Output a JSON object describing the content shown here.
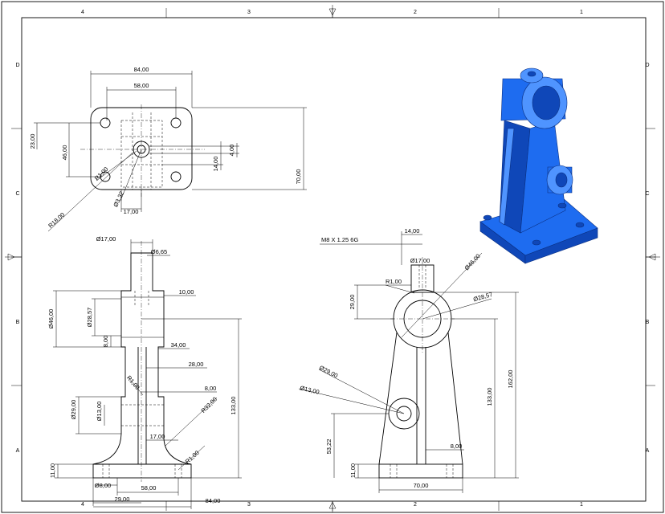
{
  "border": {
    "columns_top": [
      "4",
      "3",
      "2",
      "1"
    ],
    "columns_bottom": [
      "4",
      "3",
      "2",
      "1"
    ],
    "rows_left": [
      "D",
      "C",
      "B",
      "A"
    ],
    "rows_right": [
      "D",
      "C",
      "B",
      "A"
    ]
  },
  "top_view": {
    "dims": {
      "w84": "84,00",
      "w58": "58,00",
      "h23": "23,00",
      "h46": "46,00",
      "h70": "70,00",
      "d4": "4,00",
      "d14": "14,00",
      "r1": "R1,00",
      "phi332": "Ø3,32",
      "r18": "R18,00",
      "w17": "17,00"
    }
  },
  "side_view": {
    "dims": {
      "phi17": "Ø17,00",
      "phi665": "Ø6,65",
      "d10": "10,00",
      "phi46": "Ø46,00",
      "phi2857": "Ø28,57",
      "d8a": "8,00",
      "d34": "34,00",
      "d28": "28,00",
      "r1a": "R1,00",
      "d8b": "8,00",
      "phi29": "Ø29,00",
      "phi13": "Ø13,00",
      "r32": "R32,00",
      "d133": "133,00",
      "d17": "17,00",
      "r1b": "R1,00",
      "d11": "11,00",
      "phi8": "Ø8,00",
      "d58": "58,00",
      "d29": "29,00",
      "d84": "84,00"
    }
  },
  "front_view": {
    "dims": {
      "thread": "M8 X 1.25 6G",
      "d14": "14,00",
      "phi17": "Ø17,00",
      "phi46": "Ø46,00",
      "r1": "R1,00",
      "phi2857": "Ø28,57",
      "d29": "29,00",
      "phi29": "Ø29,00",
      "phi13": "Ø13,00",
      "d133": "133,00",
      "d162": "162,00",
      "d5322": "53,22",
      "d8": "8,00",
      "d11": "11,00",
      "d70": "70,00"
    }
  },
  "colors": {
    "iso_fill": "#1e6cf0",
    "iso_dark": "#0f47b8",
    "iso_light": "#4f94ff"
  }
}
